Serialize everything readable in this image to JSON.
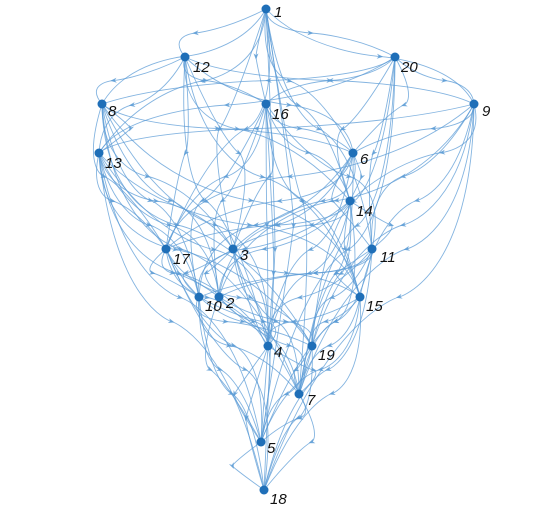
{
  "graph": {
    "type": "directed-layered-graph",
    "colors": {
      "node": "#1f6fb8",
      "edge": "#5b9bd5",
      "label": "#111111"
    },
    "nodes": [
      {
        "id": "1",
        "label": "1"
      },
      {
        "id": "12",
        "label": "12"
      },
      {
        "id": "20",
        "label": "20"
      },
      {
        "id": "8",
        "label": "8"
      },
      {
        "id": "16",
        "label": "16"
      },
      {
        "id": "9",
        "label": "9"
      },
      {
        "id": "13",
        "label": "13"
      },
      {
        "id": "6",
        "label": "6"
      },
      {
        "id": "14",
        "label": "14"
      },
      {
        "id": "17",
        "label": "17"
      },
      {
        "id": "3",
        "label": "3"
      },
      {
        "id": "11",
        "label": "11"
      },
      {
        "id": "10",
        "label": "10"
      },
      {
        "id": "2",
        "label": "2"
      },
      {
        "id": "15",
        "label": "15"
      },
      {
        "id": "4",
        "label": "4"
      },
      {
        "id": "19",
        "label": "19"
      },
      {
        "id": "7",
        "label": "7"
      },
      {
        "id": "5",
        "label": "5"
      },
      {
        "id": "18",
        "label": "18"
      }
    ],
    "edges": [
      [
        "1",
        "12"
      ],
      [
        "1",
        "20"
      ],
      [
        "1",
        "16"
      ],
      [
        "1",
        "8"
      ],
      [
        "1",
        "9"
      ],
      [
        "1",
        "13"
      ],
      [
        "1",
        "17"
      ],
      [
        "1",
        "3"
      ],
      [
        "1",
        "6"
      ],
      [
        "1",
        "14"
      ],
      [
        "1",
        "11"
      ],
      [
        "1",
        "18"
      ],
      [
        "1",
        "7"
      ],
      [
        "1",
        "5"
      ],
      [
        "12",
        "8"
      ],
      [
        "12",
        "16"
      ],
      [
        "12",
        "13"
      ],
      [
        "12",
        "9"
      ],
      [
        "12",
        "17"
      ],
      [
        "12",
        "6"
      ],
      [
        "12",
        "3"
      ],
      [
        "12",
        "14"
      ],
      [
        "12",
        "4"
      ],
      [
        "12",
        "15"
      ],
      [
        "20",
        "16"
      ],
      [
        "20",
        "9"
      ],
      [
        "20",
        "8"
      ],
      [
        "20",
        "6"
      ],
      [
        "20",
        "14"
      ],
      [
        "20",
        "13"
      ],
      [
        "20",
        "11"
      ],
      [
        "20",
        "19"
      ],
      [
        "20",
        "7"
      ],
      [
        "20",
        "5"
      ],
      [
        "8",
        "13"
      ],
      [
        "8",
        "17"
      ],
      [
        "8",
        "3"
      ],
      [
        "8",
        "6"
      ],
      [
        "8",
        "10"
      ],
      [
        "8",
        "2"
      ],
      [
        "8",
        "15"
      ],
      [
        "8",
        "4"
      ],
      [
        "8",
        "19"
      ],
      [
        "8",
        "7"
      ],
      [
        "16",
        "6"
      ],
      [
        "16",
        "14"
      ],
      [
        "16",
        "17"
      ],
      [
        "16",
        "3"
      ],
      [
        "16",
        "11"
      ],
      [
        "16",
        "10"
      ],
      [
        "16",
        "2"
      ],
      [
        "16",
        "15"
      ],
      [
        "16",
        "4"
      ],
      [
        "16",
        "5"
      ],
      [
        "9",
        "6"
      ],
      [
        "9",
        "14"
      ],
      [
        "9",
        "17"
      ],
      [
        "9",
        "11"
      ],
      [
        "9",
        "2"
      ],
      [
        "9",
        "15"
      ],
      [
        "9",
        "19"
      ],
      [
        "9",
        "7"
      ],
      [
        "9",
        "18"
      ],
      [
        "9",
        "13"
      ],
      [
        "13",
        "17"
      ],
      [
        "13",
        "3"
      ],
      [
        "13",
        "10"
      ],
      [
        "13",
        "2"
      ],
      [
        "13",
        "15"
      ],
      [
        "13",
        "4"
      ],
      [
        "13",
        "19"
      ],
      [
        "13",
        "7"
      ],
      [
        "13",
        "18"
      ],
      [
        "13",
        "5"
      ],
      [
        "6",
        "14"
      ],
      [
        "6",
        "17"
      ],
      [
        "6",
        "3"
      ],
      [
        "6",
        "11"
      ],
      [
        "6",
        "10"
      ],
      [
        "6",
        "2"
      ],
      [
        "6",
        "4"
      ],
      [
        "6",
        "7"
      ],
      [
        "14",
        "3"
      ],
      [
        "14",
        "11"
      ],
      [
        "14",
        "10"
      ],
      [
        "14",
        "2"
      ],
      [
        "14",
        "15"
      ],
      [
        "14",
        "4"
      ],
      [
        "14",
        "19"
      ],
      [
        "14",
        "17"
      ],
      [
        "14",
        "5"
      ],
      [
        "17",
        "10"
      ],
      [
        "17",
        "2"
      ],
      [
        "17",
        "4"
      ],
      [
        "17",
        "19"
      ],
      [
        "17",
        "7"
      ],
      [
        "17",
        "5"
      ],
      [
        "17",
        "18"
      ],
      [
        "3",
        "10"
      ],
      [
        "3",
        "2"
      ],
      [
        "3",
        "15"
      ],
      [
        "3",
        "4"
      ],
      [
        "3",
        "7"
      ],
      [
        "3",
        "5"
      ],
      [
        "11",
        "10"
      ],
      [
        "11",
        "15"
      ],
      [
        "11",
        "4"
      ],
      [
        "11",
        "19"
      ],
      [
        "11",
        "7"
      ],
      [
        "11",
        "18"
      ],
      [
        "11",
        "2"
      ],
      [
        "10",
        "4"
      ],
      [
        "10",
        "19"
      ],
      [
        "10",
        "7"
      ],
      [
        "10",
        "5"
      ],
      [
        "10",
        "18"
      ],
      [
        "2",
        "4"
      ],
      [
        "2",
        "19"
      ],
      [
        "2",
        "7"
      ],
      [
        "2",
        "5"
      ],
      [
        "15",
        "4"
      ],
      [
        "15",
        "19"
      ],
      [
        "15",
        "7"
      ],
      [
        "15",
        "5"
      ],
      [
        "15",
        "18"
      ],
      [
        "4",
        "7"
      ],
      [
        "4",
        "5"
      ],
      [
        "4",
        "18"
      ],
      [
        "19",
        "7"
      ],
      [
        "19",
        "5"
      ],
      [
        "19",
        "18"
      ],
      [
        "7",
        "5"
      ],
      [
        "7",
        "18"
      ],
      [
        "5",
        "18"
      ]
    ]
  }
}
